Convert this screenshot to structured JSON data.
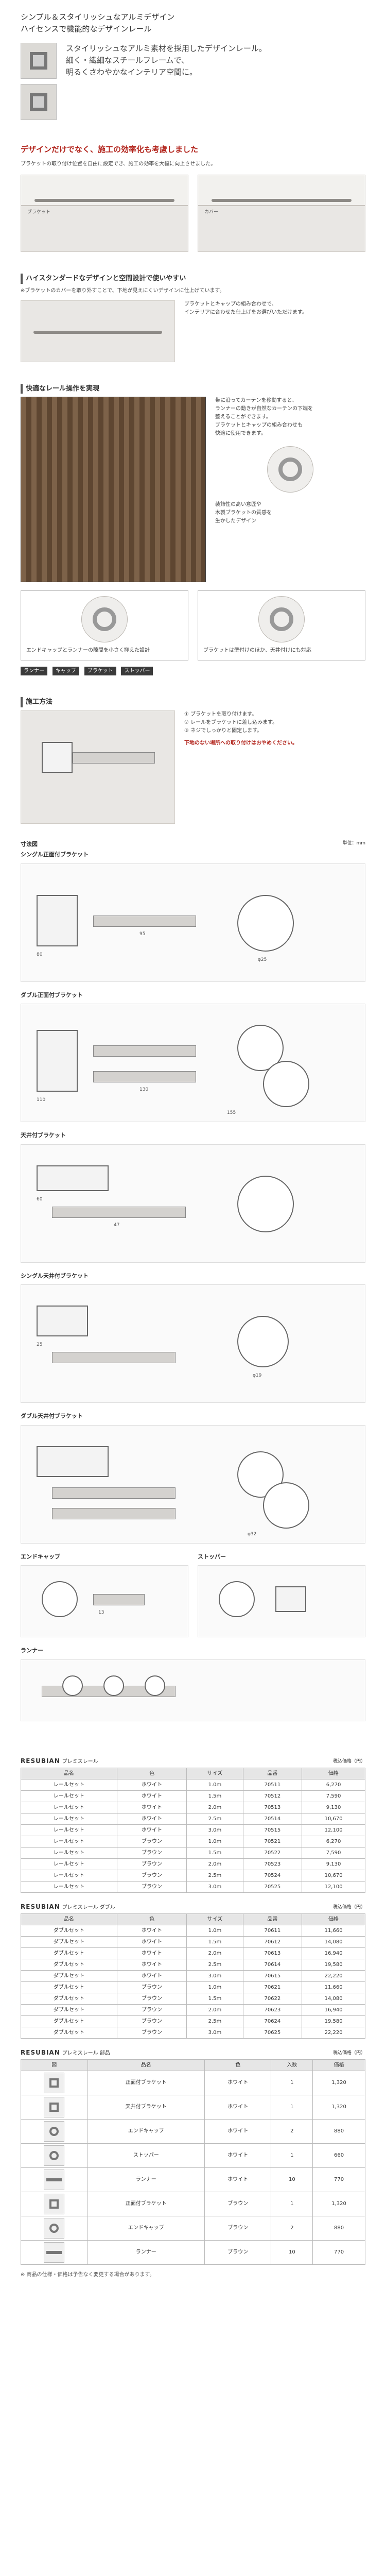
{
  "intro": {
    "lines": [
      "シンプル＆スタイリッシュなアルミデザイン",
      "ハイセンスで機能的なデザインレール"
    ],
    "sub": [
      "スタイリッシュなアルミ素材を採用したデザインレール。",
      "細く・繊細なスチールフレームで、",
      "明るくさわやかなインテリア空間に。"
    ]
  },
  "sec1": {
    "headline": "デザインだけでなく、施工の効率化も考慮しました",
    "text": "ブラケットの取り付け位置を自由に設定でき、施工の効率を大幅に向上させました。",
    "callouts": [
      "ブラケット",
      "カバー"
    ]
  },
  "sec2": {
    "title": "ハイスタンダードなデザインと空間設計で使いやすい",
    "lead": "※ブラケットのカバーを取り外すことで、下地が見えにくいデザインに仕上げています。",
    "notes": [
      "ブラケットとキャップの組み合わせで、",
      "インテリアに合わせた仕上げをお選びいただけます。"
    ]
  },
  "sec3": {
    "title": "快適なレール操作を実現",
    "body": [
      "帯に沿ってカーテンを移動すると、",
      "ランナーの動きが自然なカーテンの下端を",
      "整えることができます。",
      "ブラケットとキャップの組み合わせも",
      "快適に使用できます。"
    ],
    "side": [
      "装飾性の高い意匠や",
      "木製ブラケットの質感を",
      "生かしたデザイン"
    ],
    "caption_left": "エンドキャップとランナーの隙間を小さく抑えた設計",
    "caption_right": "ブラケットは壁付けのほか、天井付けにも対応",
    "labels": [
      "ランナー",
      "キャップ",
      "ブラケット",
      "ストッパー"
    ]
  },
  "sec4": {
    "title": "施工方法",
    "steps": [
      "① ブラケットを取り付けます。",
      "② レールをブラケットに差し込みます。",
      "③ ネジでしっかりと固定します。"
    ],
    "note": "下地のない場所への取り付けはおやめください。"
  },
  "drawings": {
    "header_left": "寸法図",
    "header_right": "単位：mm",
    "items": [
      "シングル正面付ブラケット",
      "ダブル正面付ブラケット",
      "天井付ブラケット",
      "シングル天井付ブラケット",
      "ダブル天井付ブラケット",
      "エンドキャップ",
      "ストッパー",
      "ランナー"
    ],
    "dims": [
      "13",
      "25",
      "47",
      "60",
      "80",
      "95",
      "110",
      "130",
      "155",
      "φ19",
      "φ25",
      "φ32"
    ]
  },
  "tables": [
    {
      "brand": "RESUBIAN",
      "series": "プレミスレール",
      "unit": "税込価格（円）",
      "headers": [
        "品名",
        "色",
        "サイズ",
        "品番",
        "価格"
      ],
      "rows": [
        [
          "レールセット",
          "ホワイト",
          "1.0m",
          "70511",
          "6,270"
        ],
        [
          "レールセット",
          "ホワイト",
          "1.5m",
          "70512",
          "7,590"
        ],
        [
          "レールセット",
          "ホワイト",
          "2.0m",
          "70513",
          "9,130"
        ],
        [
          "レールセット",
          "ホワイト",
          "2.5m",
          "70514",
          "10,670"
        ],
        [
          "レールセット",
          "ホワイト",
          "3.0m",
          "70515",
          "12,100"
        ],
        [
          "レールセット",
          "ブラウン",
          "1.0m",
          "70521",
          "6,270"
        ],
        [
          "レールセット",
          "ブラウン",
          "1.5m",
          "70522",
          "7,590"
        ],
        [
          "レールセット",
          "ブラウン",
          "2.0m",
          "70523",
          "9,130"
        ],
        [
          "レールセット",
          "ブラウン",
          "2.5m",
          "70524",
          "10,670"
        ],
        [
          "レールセット",
          "ブラウン",
          "3.0m",
          "70525",
          "12,100"
        ]
      ]
    },
    {
      "brand": "RESUBIAN",
      "series": "プレミスレール ダブル",
      "unit": "税込価格（円）",
      "headers": [
        "品名",
        "色",
        "サイズ",
        "品番",
        "価格"
      ],
      "rows": [
        [
          "ダブルセット",
          "ホワイト",
          "1.0m",
          "70611",
          "11,660"
        ],
        [
          "ダブルセット",
          "ホワイト",
          "1.5m",
          "70612",
          "14,080"
        ],
        [
          "ダブルセット",
          "ホワイト",
          "2.0m",
          "70613",
          "16,940"
        ],
        [
          "ダブルセット",
          "ホワイト",
          "2.5m",
          "70614",
          "19,580"
        ],
        [
          "ダブルセット",
          "ホワイト",
          "3.0m",
          "70615",
          "22,220"
        ],
        [
          "ダブルセット",
          "ブラウン",
          "1.0m",
          "70621",
          "11,660"
        ],
        [
          "ダブルセット",
          "ブラウン",
          "1.5m",
          "70622",
          "14,080"
        ],
        [
          "ダブルセット",
          "ブラウン",
          "2.0m",
          "70623",
          "16,940"
        ],
        [
          "ダブルセット",
          "ブラウン",
          "2.5m",
          "70624",
          "19,580"
        ],
        [
          "ダブルセット",
          "ブラウン",
          "3.0m",
          "70625",
          "22,220"
        ]
      ]
    },
    {
      "brand": "RESUBIAN",
      "series": "プレミスレール 部品",
      "unit": "税込価格（円）",
      "headers": [
        "図",
        "品名",
        "色",
        "入数",
        "価格"
      ],
      "rows": [
        [
          "square",
          "正面付ブラケット",
          "ホワイト",
          "1",
          "1,320"
        ],
        [
          "square",
          "天井付ブラケット",
          "ホワイト",
          "1",
          "1,320"
        ],
        [
          "round",
          "エンドキャップ",
          "ホワイト",
          "2",
          "880"
        ],
        [
          "round",
          "ストッパー",
          "ホワイト",
          "1",
          "660"
        ],
        [
          "bar",
          "ランナー",
          "ホワイト",
          "10",
          "770"
        ],
        [
          "square",
          "正面付ブラケット",
          "ブラウン",
          "1",
          "1,320"
        ],
        [
          "round",
          "エンドキャップ",
          "ブラウン",
          "2",
          "880"
        ],
        [
          "bar",
          "ランナー",
          "ブラウン",
          "10",
          "770"
        ]
      ]
    }
  ],
  "footer": "※ 商品の仕様・価格は予告なく変更する場合があります。"
}
